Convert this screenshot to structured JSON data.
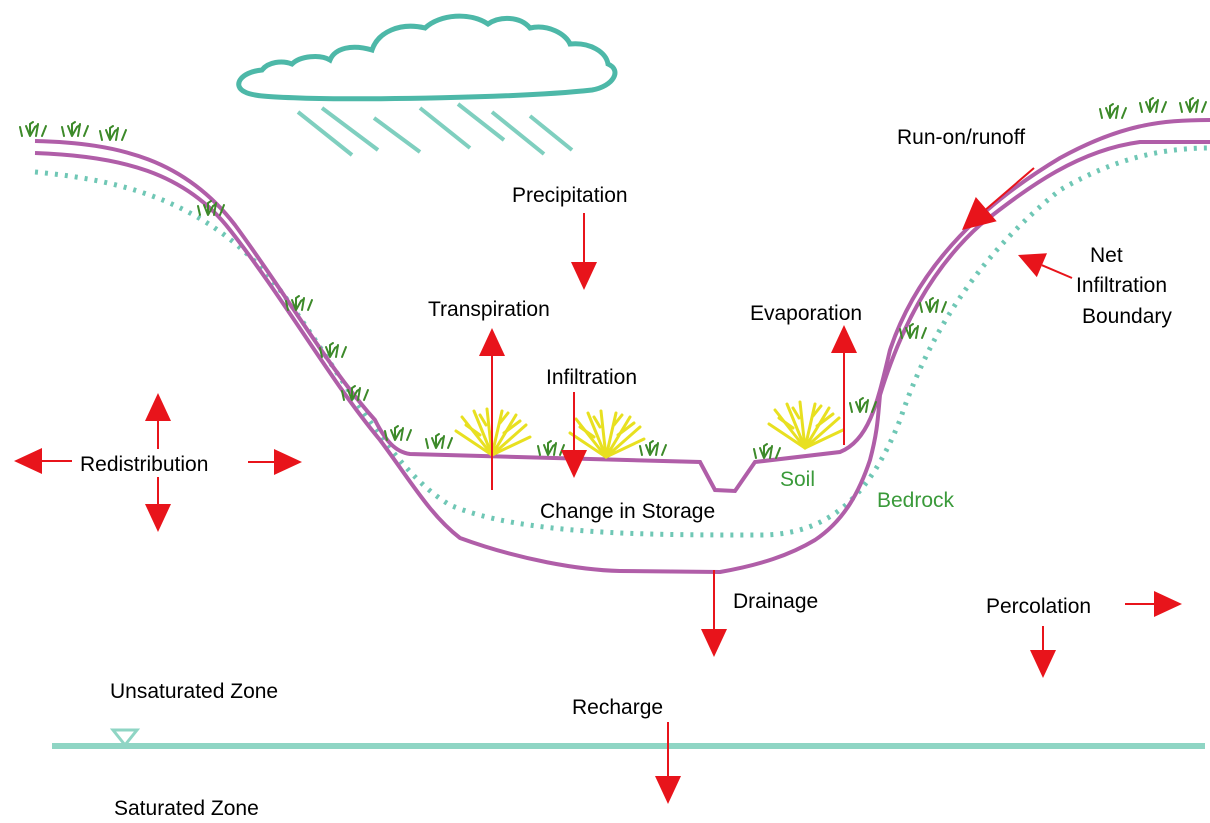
{
  "colors": {
    "arrow": "#e8141b",
    "soil_line": "#b05ea8",
    "infiltration_boundary": "#6fc7b5",
    "cloud": "#4db8a8",
    "rain": "#7fcfbf",
    "water_table": "#8fd5c4",
    "bush": "#e8e020",
    "grass": "#3d8a2a",
    "green_label": "#3a9a3a"
  },
  "labels": {
    "precipitation": "Precipitation",
    "transpiration": "Transpiration",
    "evaporation": "Evaporation",
    "infiltration": "Infiltration",
    "run_on_runoff": "Run-on/runoff",
    "net_infiltration_boundary": [
      "Net",
      "Infiltration",
      "Boundary"
    ],
    "redistribution": "Redistribution",
    "change_in_storage": "Change in Storage",
    "soil": "Soil",
    "bedrock": "Bedrock",
    "drainage": "Drainage",
    "percolation": "Percolation",
    "unsaturated_zone": "Unsaturated Zone",
    "recharge": "Recharge",
    "saturated_zone": "Saturated Zone"
  },
  "icons": [
    "cloud-icon",
    "rain-icon",
    "bush-icon",
    "grass-icon",
    "water-table-triangle-icon"
  ]
}
